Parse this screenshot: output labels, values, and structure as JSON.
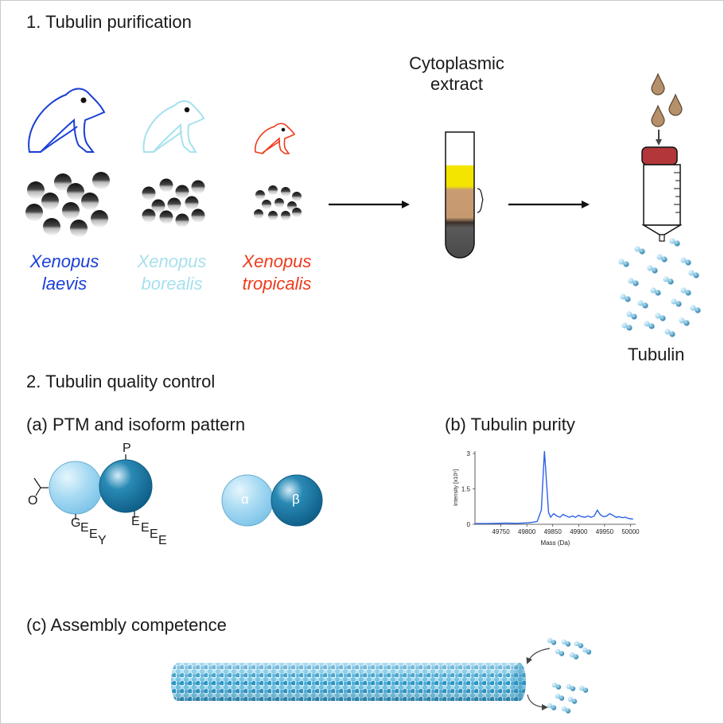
{
  "section1": {
    "title": "1. Tubulin purification",
    "species": [
      {
        "genus": "Xenopus",
        "name": "laevis",
        "color": "#1a3fd6"
      },
      {
        "genus": "Xenopus",
        "name": "borealis",
        "color": "#a6e1ee"
      },
      {
        "genus": "Xenopus",
        "name": "tropicalis",
        "color": "#ee3b1c"
      }
    ],
    "extract_label_line1": "Cytoplasmic",
    "extract_label_line2": "extract",
    "product_label": "Tubulin"
  },
  "section2": {
    "title": "2. Tubulin quality control",
    "panel_a": {
      "title": "(a) PTM and isoform pattern",
      "mod_labels": {
        "p": "P",
        "o": "O",
        "g": "G",
        "e": "E",
        "y": "Y"
      },
      "alpha_symbol": "α",
      "beta_symbol": "β"
    },
    "panel_b": {
      "title": "(b) Tubulin purity"
    },
    "panel_c": {
      "title": "(c) Assembly competence"
    }
  },
  "chart_data": {
    "type": "line",
    "title": "",
    "xlabel": "Mass (Da)",
    "ylabel": "Intensity [x10⁶]",
    "xlim": [
      49700,
      50010
    ],
    "ylim": [
      0,
      3.1
    ],
    "xticks": [
      49750,
      49800,
      49850,
      49900,
      49950,
      50000
    ],
    "yticks": [
      0,
      1.5,
      3
    ],
    "ytick_labels": [
      "0",
      "1.5",
      "3"
    ],
    "grid": false,
    "series": [
      {
        "color": "#2b62e8",
        "x": [
          49700,
          49720,
          49740,
          49760,
          49780,
          49800,
          49810,
          49820,
          49828,
          49834,
          49838,
          49842,
          49846,
          49852,
          49858,
          49864,
          49870,
          49876,
          49882,
          49888,
          49894,
          49900,
          49906,
          49912,
          49918,
          49924,
          49930,
          49936,
          49942,
          49948,
          49954,
          49960,
          49966,
          49972,
          49978,
          49984,
          49990,
          49996,
          50005
        ],
        "y": [
          0.03,
          0.03,
          0.04,
          0.05,
          0.04,
          0.06,
          0.08,
          0.12,
          0.6,
          3.2,
          1.8,
          0.5,
          0.3,
          0.45,
          0.35,
          0.3,
          0.42,
          0.35,
          0.3,
          0.35,
          0.3,
          0.38,
          0.32,
          0.3,
          0.35,
          0.3,
          0.35,
          0.6,
          0.4,
          0.32,
          0.35,
          0.45,
          0.38,
          0.3,
          0.32,
          0.28,
          0.3,
          0.25,
          0.22
        ]
      }
    ]
  }
}
